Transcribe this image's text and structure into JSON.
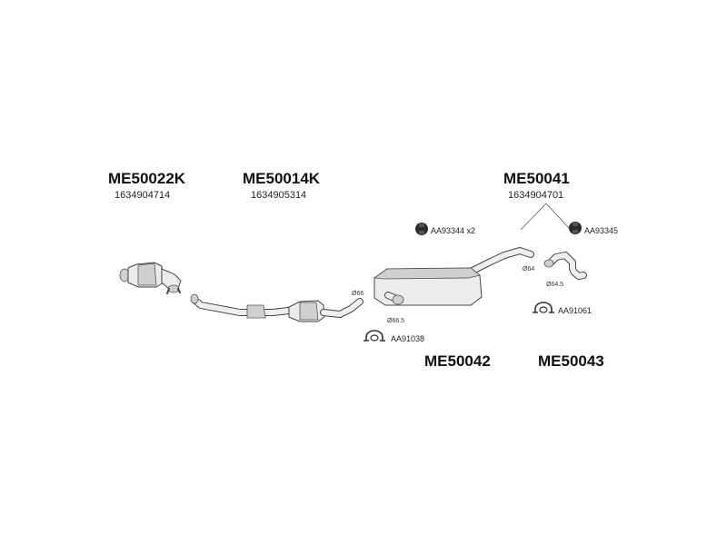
{
  "parts": {
    "me50022k": {
      "code": "ME50022K",
      "number": "1634904714"
    },
    "me50014k": {
      "code": "ME50014K",
      "number": "1634905314"
    },
    "me50041": {
      "code": "ME50041",
      "number": "1634904701"
    },
    "me50042": {
      "code": "ME50042"
    },
    "me50043": {
      "code": "ME50043"
    }
  },
  "accessories": {
    "hanger_rear_muffler": "AA93344 x2",
    "hanger_tailpipe": "AA93345",
    "clamp_muffler": "AA91038",
    "clamp_tailpipe": "AA91061"
  },
  "diameters": {
    "center_pipe_outlet": "Ø66",
    "muffler_inlet": "Ø66.5",
    "muffler_outlet": "Ø64",
    "tailpipe_inlet": "Ø64.5"
  }
}
